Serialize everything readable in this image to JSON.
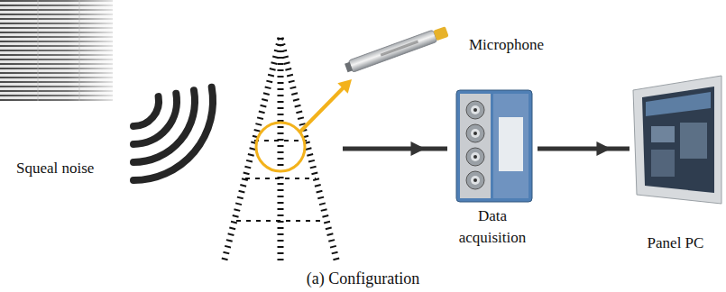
{
  "diagram": {
    "caption": "(a) Configuration",
    "nodes": [
      {
        "text": [
          "Microphone"
        ]
      },
      {
        "text": [
          "Data acquisition"
        ]
      },
      {
        "text": [
          "Panel PC"
        ]
      }
    ],
    "edges": [
      {
        "from": 0,
        "to": 1,
        "arrow": "to"
      },
      {
        "from": 1,
        "to": 2,
        "arrow": "to"
      }
    ],
    "labels": [
      "Squeal noise"
    ]
  }
}
